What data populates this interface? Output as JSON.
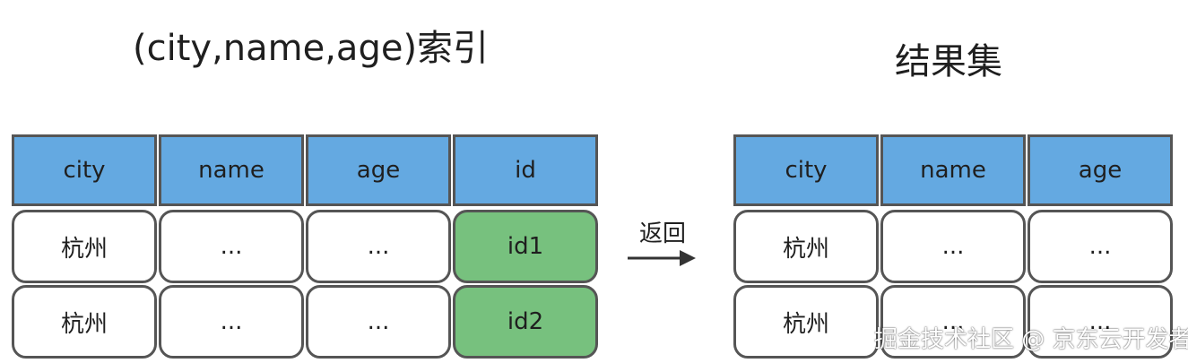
{
  "left_table": {
    "title": "(city,name,age)索引",
    "headers": [
      "city",
      "name",
      "age",
      "id"
    ],
    "rows": [
      [
        "杭州",
        "...",
        "...",
        "id1"
      ],
      [
        "杭州",
        "...",
        "...",
        "id2"
      ]
    ]
  },
  "arrow": {
    "label": "返回"
  },
  "right_table": {
    "title": "结果集",
    "headers": [
      "city",
      "name",
      "age"
    ],
    "rows": [
      [
        "杭州",
        "...",
        "..."
      ],
      [
        "杭州",
        "...",
        "..."
      ]
    ]
  },
  "watermark": "掘金技术社区 @ 京东云开发者",
  "colors": {
    "header_fill": "#64a9e1",
    "id_fill": "#77c17e",
    "border": "#555555",
    "text": "#1f1f1f"
  }
}
